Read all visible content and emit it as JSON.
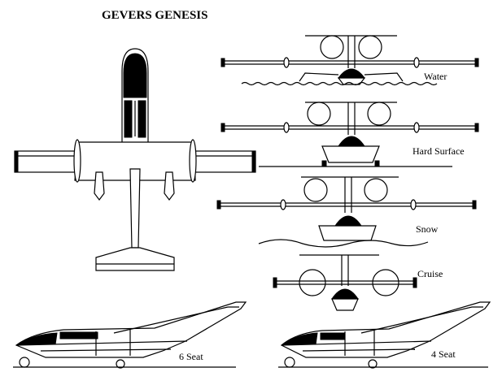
{
  "diagram": {
    "title": "GEVERS GENESIS",
    "front_views": [
      {
        "label": "Water"
      },
      {
        "label": "Hard Surface"
      },
      {
        "label": "Snow"
      },
      {
        "label": "Cruise"
      }
    ],
    "side_views": [
      {
        "label": "6 Seat"
      },
      {
        "label": "4 Seat"
      }
    ]
  }
}
